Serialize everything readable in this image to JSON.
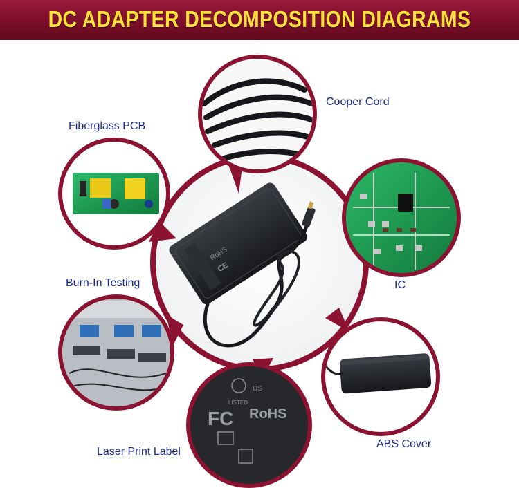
{
  "header": {
    "title": "DC ADAPTER DECOMPOSITION DIAGRAMS"
  },
  "labels": {
    "cooper_cord": "Cooper Cord",
    "fiberglass_pcb": "Fiberglass PCB",
    "ic": "IC",
    "burn_in_testing": "Burn-In Testing",
    "abs_cover": "ABS Cover",
    "laser_print_label": "Laser Print Label"
  },
  "adapter_markings": {
    "brand": "RoHS",
    "ce": "CE",
    "fc": "FC",
    "listed": "LISTED",
    "us": "US"
  },
  "colors": {
    "banner": "#7d0f2a",
    "title": "#ffe13a",
    "ring": "#8c1232",
    "label": "#1b2a8a",
    "pcb_green": "#1f9a52"
  }
}
